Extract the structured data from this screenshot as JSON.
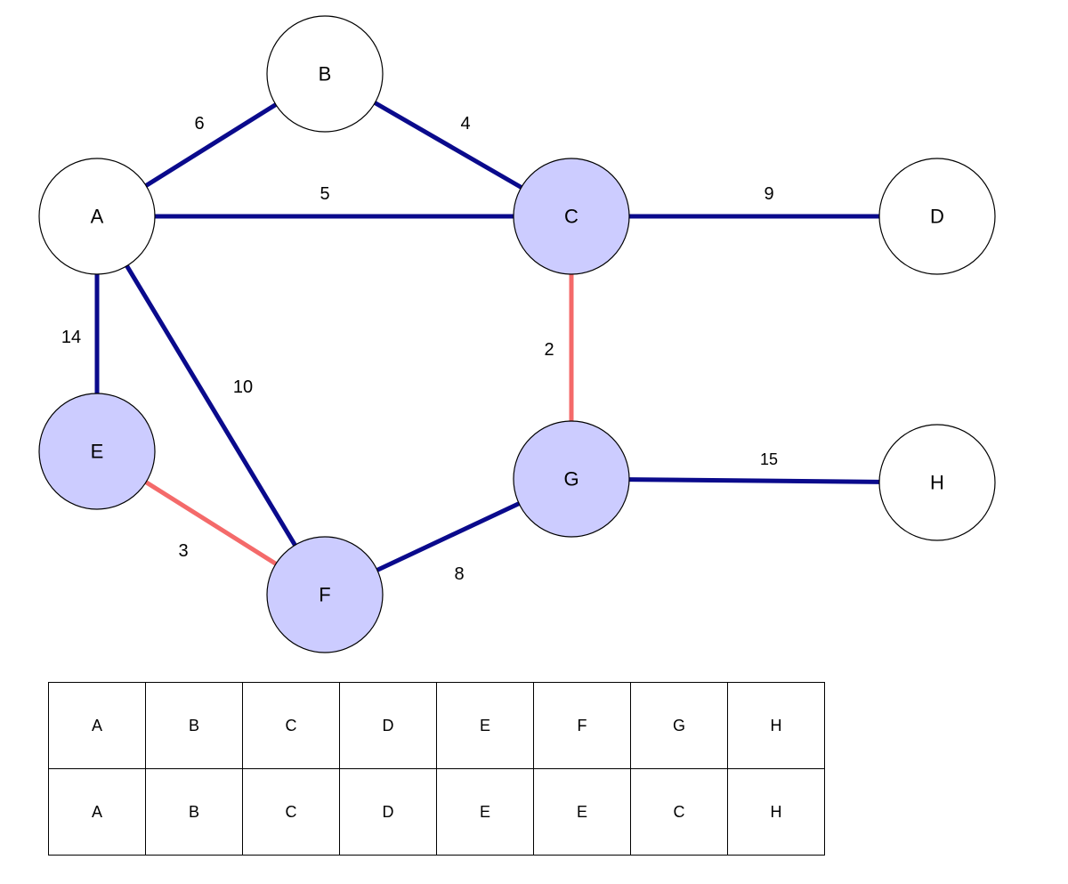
{
  "colors": {
    "tree_edge": "#0a0a8c",
    "union_edge": "#f46a6a",
    "highlight_node": "#ccccff",
    "default_node": "#ffffff"
  },
  "nodes": [
    {
      "id": "A",
      "label": "A",
      "highlighted": false
    },
    {
      "id": "B",
      "label": "B",
      "highlighted": false
    },
    {
      "id": "C",
      "label": "C",
      "highlighted": true
    },
    {
      "id": "D",
      "label": "D",
      "highlighted": false
    },
    {
      "id": "E",
      "label": "E",
      "highlighted": true
    },
    {
      "id": "F",
      "label": "F",
      "highlighted": true
    },
    {
      "id": "G",
      "label": "G",
      "highlighted": true
    },
    {
      "id": "H",
      "label": "H",
      "highlighted": false
    }
  ],
  "edges": [
    {
      "from": "A",
      "to": "B",
      "weight": "6",
      "kind": "tree"
    },
    {
      "from": "B",
      "to": "C",
      "weight": "4",
      "kind": "tree"
    },
    {
      "from": "A",
      "to": "C",
      "weight": "5",
      "kind": "tree"
    },
    {
      "from": "C",
      "to": "D",
      "weight": "9",
      "kind": "tree"
    },
    {
      "from": "A",
      "to": "E",
      "weight": "14",
      "kind": "tree"
    },
    {
      "from": "A",
      "to": "F",
      "weight": "10",
      "kind": "tree"
    },
    {
      "from": "C",
      "to": "G",
      "weight": "2",
      "kind": "union"
    },
    {
      "from": "E",
      "to": "F",
      "weight": "3",
      "kind": "union"
    },
    {
      "from": "F",
      "to": "G",
      "weight": "8",
      "kind": "tree"
    },
    {
      "from": "G",
      "to": "H",
      "weight": "15",
      "kind": "tree"
    }
  ],
  "table": {
    "header": [
      "A",
      "B",
      "C",
      "D",
      "E",
      "F",
      "G",
      "H"
    ],
    "parent": [
      "A",
      "B",
      "C",
      "D",
      "E",
      "E",
      "C",
      "H"
    ]
  }
}
